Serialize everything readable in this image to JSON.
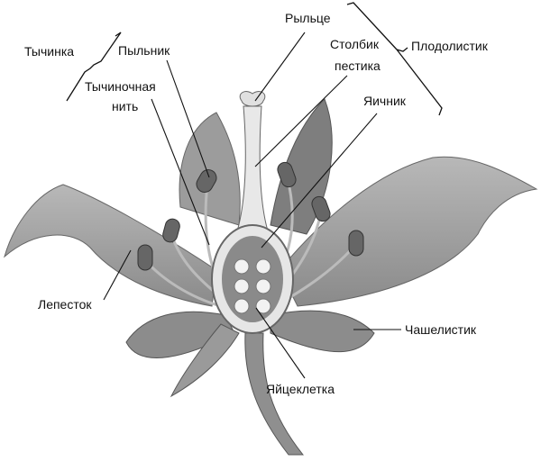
{
  "labels": {
    "stigma": "Рыльце",
    "style_line1": "Столбик",
    "style_line2": "пестика",
    "carpel": "Плодолистик",
    "stamen": "Тычинка",
    "anther": "Пыльник",
    "filament_line1": "Тычиночная",
    "filament_line2": "нить",
    "ovary": "Яичник",
    "petal": "Лепесток",
    "sepal": "Чашелистик",
    "ovule": "Яйцеклетка"
  },
  "colors": {
    "petal": "#9a9a9a",
    "petal_light": "#c4c4c4",
    "dark": "#555555",
    "line": "#111111"
  }
}
